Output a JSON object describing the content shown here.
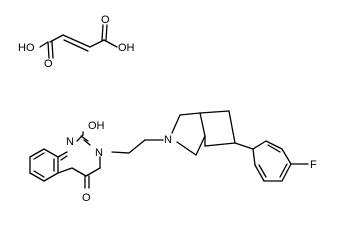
{
  "molecules": {
    "fumaric_acid": {
      "label_ho_left": "HO",
      "label_o_left": "O",
      "label_oh_right": "OH",
      "label_o_right": "O"
    },
    "main": {
      "label_n1": "N",
      "label_oh": "OH",
      "label_n3": "N",
      "label_o4": "O",
      "label_n_pyrrolidine": "N",
      "label_f": "F"
    }
  },
  "colors": {
    "bond": "#000000",
    "background": "#ffffff"
  }
}
